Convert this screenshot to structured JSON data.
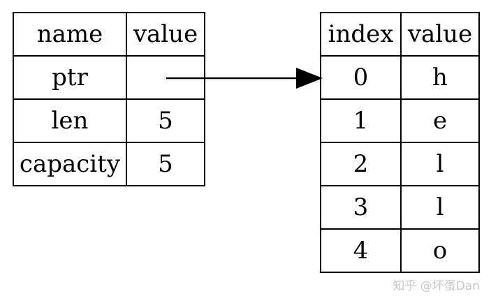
{
  "string_struct": {
    "headers": [
      "name",
      "value"
    ],
    "rows": [
      {
        "name": "ptr",
        "value": ""
      },
      {
        "name": "len",
        "value": "5"
      },
      {
        "name": "capacity",
        "value": "5"
      }
    ]
  },
  "heap_buffer": {
    "headers": [
      "index",
      "value"
    ],
    "rows": [
      {
        "index": "0",
        "value": "h"
      },
      {
        "index": "1",
        "value": "e"
      },
      {
        "index": "2",
        "value": "l"
      },
      {
        "index": "3",
        "value": "l"
      },
      {
        "index": "4",
        "value": "o"
      }
    ]
  },
  "arrow": {
    "from": "ptr",
    "to": "index 0",
    "color": "#000000"
  },
  "watermark": "知乎 @坏蛋Dan"
}
